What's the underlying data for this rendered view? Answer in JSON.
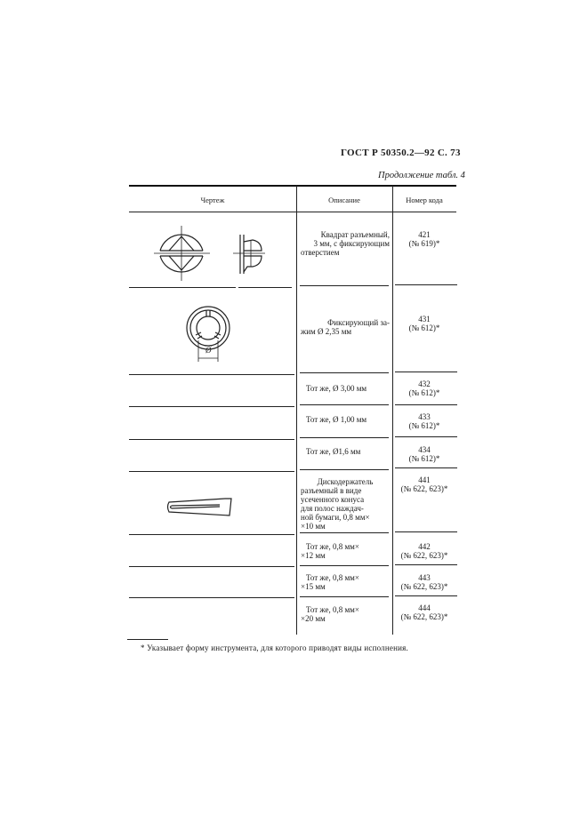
{
  "page_header": "ГОСТ Р 50350.2—92 С. 73",
  "table_caption": "Продолжение табл. 4",
  "table": {
    "columns": [
      "Чертеж",
      "Описание",
      "Номер кода"
    ],
    "rows": [
      {
        "drawing": "square-split-with-hole",
        "description": [
          "Квадрат разъемный,",
          "3 мм, с фиксирующим",
          "отверстием"
        ],
        "code": "421",
        "ref": "(№ 619)*"
      },
      {
        "drawing": "retaining-ring",
        "description": [
          "Фиксирующий за-",
          "жим Ø 2,35 мм"
        ],
        "code": "431",
        "ref": "(№ 612)*"
      },
      {
        "drawing": "",
        "description": [
          "Тот же, Ø 3,00 мм"
        ],
        "code": "432",
        "ref": "(№ 612)*"
      },
      {
        "drawing": "",
        "description": [
          "Тот же, Ø 1,00 мм"
        ],
        "code": "433",
        "ref": "(№ 612)*"
      },
      {
        "drawing": "",
        "description": [
          "Тот же, Ø1,6 мм"
        ],
        "code": "434",
        "ref": "(№ 612)*"
      },
      {
        "drawing": "truncated-cone-disc-holder",
        "description": [
          "Дискодержатель",
          "разъемный в виде",
          "усеченного конуса",
          "для полос наждач-",
          "ной бумаги, 0,8 мм×",
          "×10 мм"
        ],
        "code": "441",
        "ref": "(№ 622, 623)*"
      },
      {
        "drawing": "",
        "description": [
          "Тот же, 0,8 мм×",
          "×12 мм"
        ],
        "code": "442",
        "ref": "(№ 622, 623)*"
      },
      {
        "drawing": "",
        "description": [
          "Тот же, 0,8 мм×",
          "×15 мм"
        ],
        "code": "443",
        "ref": "(№ 622, 623)*"
      },
      {
        "drawing": "",
        "description": [
          "Тот же, 0,8 мм×",
          "×20 мм"
        ],
        "code": "444",
        "ref": "(№ 622, 623)*"
      }
    ]
  },
  "diameter_label": "Ø",
  "footnote": "* Указывает форму инструмента, для которого приводят виды исполнения."
}
